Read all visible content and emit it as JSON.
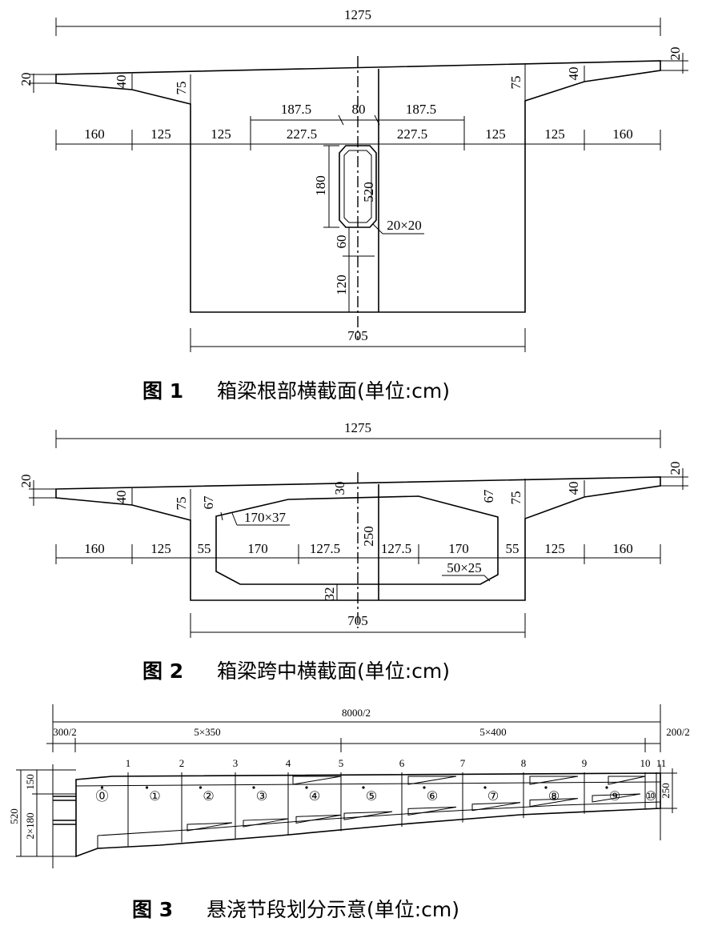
{
  "figure1": {
    "caption_num": "图 1",
    "caption_text": "箱梁根部横截面(单位:cm)",
    "dims": {
      "total": "1275",
      "left_edge": "20",
      "right_edge": "20",
      "haunch_left": "40",
      "haunch_right": "40",
      "web_left": "75",
      "web_right": "75",
      "top_left": "187.5",
      "top_mid": "80",
      "top_right": "187.5",
      "seg": [
        "160",
        "125",
        "125",
        "227.5",
        "227.5",
        "125",
        "125",
        "160"
      ],
      "hole_h": "180",
      "height": "520",
      "chamfer": "20×20",
      "lower1": "60",
      "lower2": "120",
      "bottom": "705"
    }
  },
  "figure2": {
    "caption_num": "图 2",
    "caption_text": "箱梁跨中横截面(单位:cm)",
    "dims": {
      "total": "1275",
      "left_edge": "20",
      "right_edge": "20",
      "haunch_left": "40",
      "haunch_right": "40",
      "web_left": "75",
      "web_right": "75",
      "inner_left": "67",
      "inner_right": "67",
      "top_slab": "30",
      "top_chamfer": "170×37",
      "height": "250",
      "bot_chamfer": "50×25",
      "bot_slab": "32",
      "seg": [
        "160",
        "125",
        "55",
        "170",
        "127.5",
        "127.5",
        "170",
        "55",
        "125",
        "160"
      ],
      "bottom": "705"
    }
  },
  "figure3": {
    "caption_num": "图 3",
    "caption_text": "悬浇节段划分示意(单位:cm)",
    "dims": {
      "total": "8000/2",
      "left_end": "300/2",
      "group1": "5×350",
      "group2": "5×400",
      "right_end": "200/2",
      "height": "520",
      "top_part": "150",
      "bottom_part": "2×180",
      "end_height": "250"
    },
    "section_numbers": [
      "1",
      "2",
      "3",
      "4",
      "5",
      "6",
      "7",
      "8",
      "9",
      "10",
      "11"
    ],
    "segment_labels": [
      "⓪",
      "①",
      "②",
      "③",
      "④",
      "⑤",
      "⑥",
      "⑦",
      "⑧",
      "⑨",
      "⑩"
    ]
  }
}
